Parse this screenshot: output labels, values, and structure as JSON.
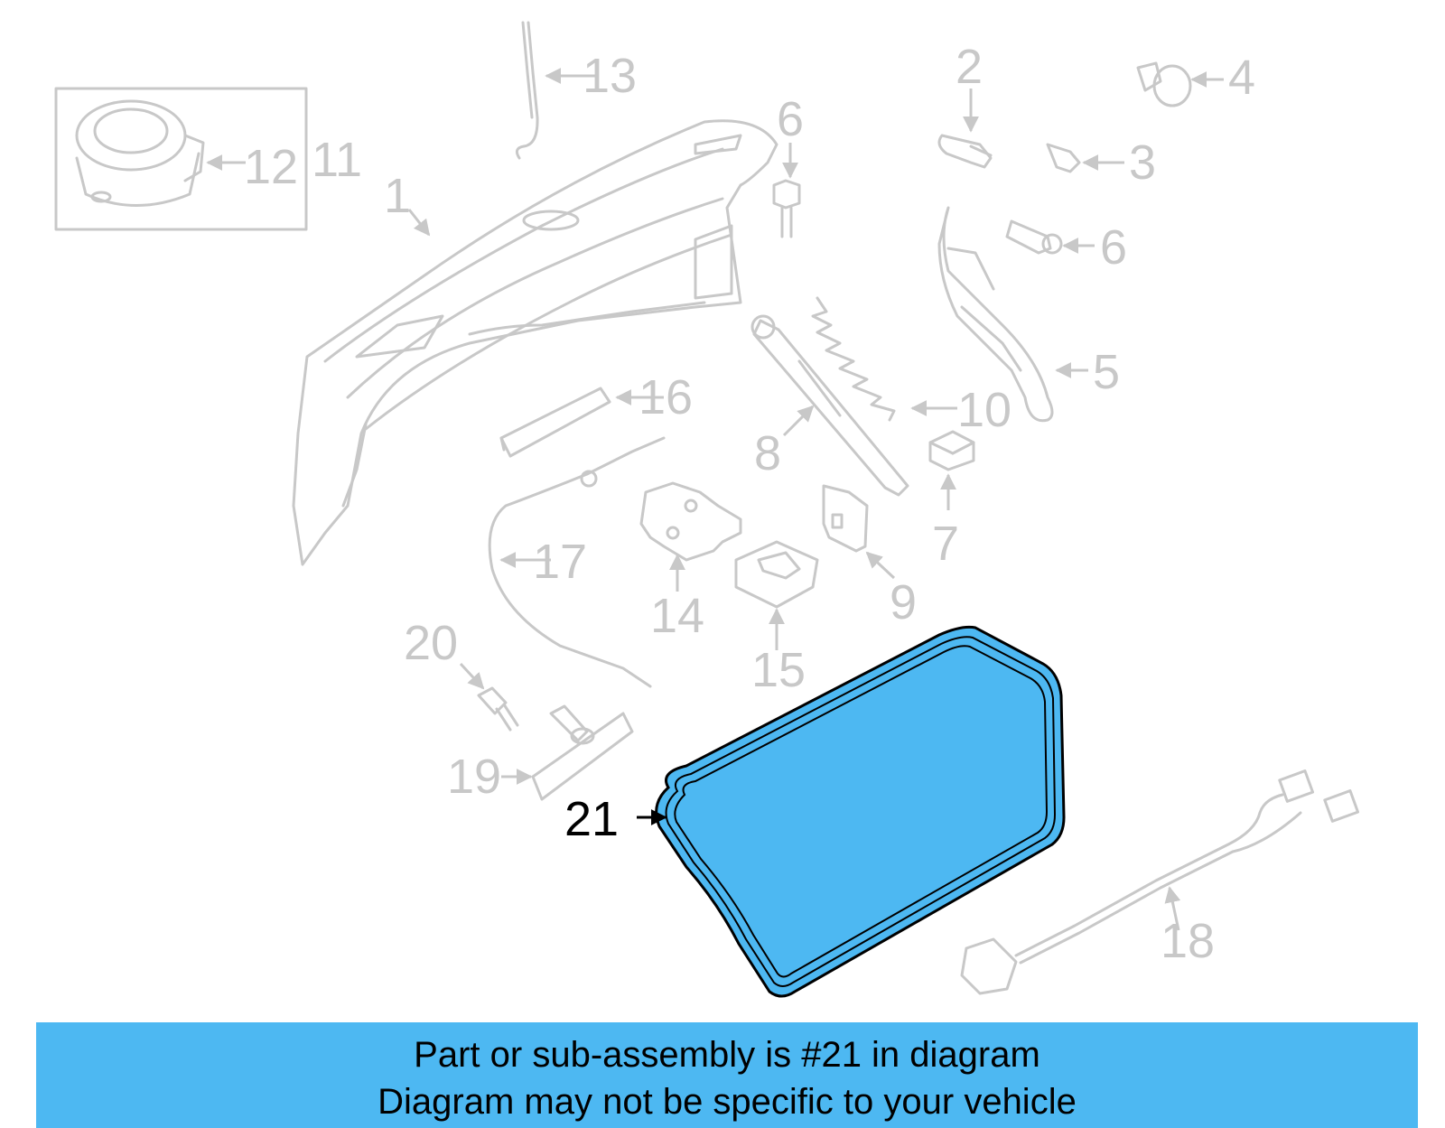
{
  "callouts": {
    "c1": "1",
    "c2": "2",
    "c3": "3",
    "c4": "4",
    "c5": "5",
    "c6a": "6",
    "c6b": "6",
    "c7": "7",
    "c8": "8",
    "c9": "9",
    "c10": "10",
    "c11": "11",
    "c12": "12",
    "c13": "13",
    "c14": "14",
    "c15": "15",
    "c16": "16",
    "c17": "17",
    "c18": "18",
    "c19": "19",
    "c20": "20",
    "c21": "21"
  },
  "highlight": {
    "part_number": "21",
    "color": "#4db8f2",
    "outline_color": "#000000"
  },
  "colors": {
    "inactive_line": "#c8c8c8",
    "banner": "#4db8f2"
  },
  "banner": {
    "line1": "Part or sub-assembly is #21 in diagram",
    "line2": "Diagram may not be specific to your vehicle"
  }
}
